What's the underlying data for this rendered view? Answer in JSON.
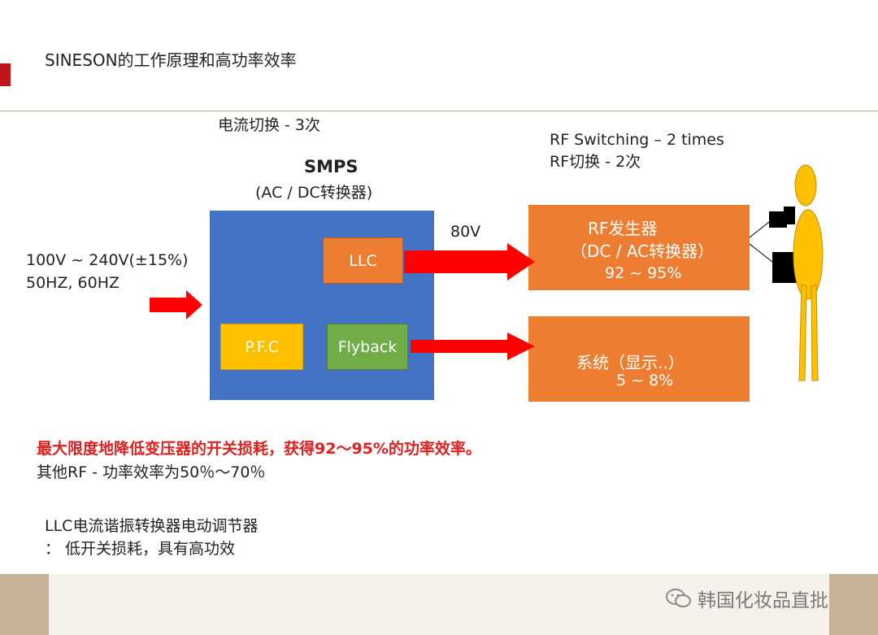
{
  "slide": {
    "title": "SINESON的工作原理和高功率效率",
    "current_switch_label": "电流切换 - 3次",
    "rf_switch_en": "RF Switching – 2 times",
    "rf_switch_cn": "RF切换 - 2次",
    "smps_title": "SMPS",
    "smps_subtitle": "(AC / DC转换器)",
    "input_line1": "100V ~ 240V(±15%)",
    "input_line2": "50HZ, 60HZ",
    "voltage_label": "80V",
    "blocks": {
      "llc": "LLC",
      "pfc": "P.F.C",
      "flyback": "Flyback"
    },
    "rf_box": {
      "line1": "RF发生器",
      "line2": "（DC / AC转换器）",
      "line3": "92 ~ 95%"
    },
    "sys_box": {
      "line1": "系统（显示..）",
      "line2": "5 ~ 8%"
    },
    "notes": {
      "highlight": "最大限度地降低变压器的开关损耗，获得92～95%的功率效率。",
      "other_rf": "其他RF - 功率效率为50％～70％",
      "llc_desc1": "LLC电流谐振转换器电动调节器",
      "llc_desc2": "：  低开关损耗，具有高功效"
    },
    "watermark": "韩国化妆品直批"
  },
  "colors": {
    "smps_blue": "#4472c4",
    "orange": "#ed7d31",
    "yellow": "#ffc000",
    "green": "#70ad47",
    "arrow_red": "#ff0000",
    "figure_yellow": "#ffc000",
    "accent_red": "#c0161b",
    "highlight_text": "#e02020"
  },
  "icons": {
    "figure": "human-figure-icon",
    "device": "handpiece-device-icon",
    "watermark": "wechat-icon"
  }
}
